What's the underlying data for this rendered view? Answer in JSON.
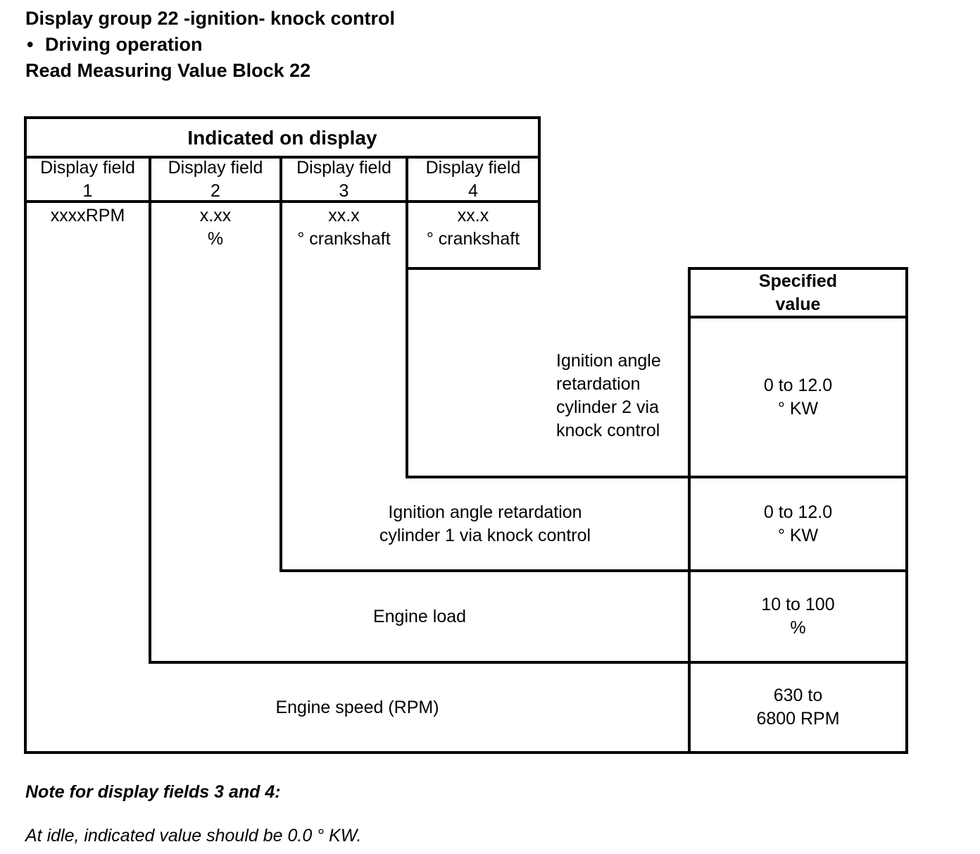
{
  "heading": {
    "line1": "Display group 22 -ignition- knock control",
    "bullet": "•",
    "line2": "Driving operation",
    "line3": "Read Measuring Value Block 22"
  },
  "table": {
    "indicated_header": "Indicated on display",
    "specified_header": "Specified\nvalue",
    "display_fields": [
      {
        "header": "Display field\n1",
        "value": "xxxxRPM"
      },
      {
        "header": "Display field\n2",
        "value": "x.xx\n%"
      },
      {
        "header": "Display field\n3",
        "value": "xx.x\n° crankshaft"
      },
      {
        "header": "Display field\n4",
        "value": "xx.x\n° crankshaft"
      }
    ],
    "rows": [
      {
        "description": "Ignition angle retardation cylinder 2 via knock control",
        "specified_value": "0 to 12.0\n° KW"
      },
      {
        "description": "Ignition angle retardation\ncylinder 1 via knock control",
        "specified_value": "0 to 12.0\n° KW"
      },
      {
        "description": "Engine load",
        "specified_value": "10 to 100\n%"
      },
      {
        "description": "Engine speed (RPM)",
        "specified_value": "630 to\n6800 RPM"
      }
    ]
  },
  "notes": {
    "title": "Note for display fields 3 and 4:",
    "body": "At idle, indicated value should be 0.0 ° KW."
  }
}
